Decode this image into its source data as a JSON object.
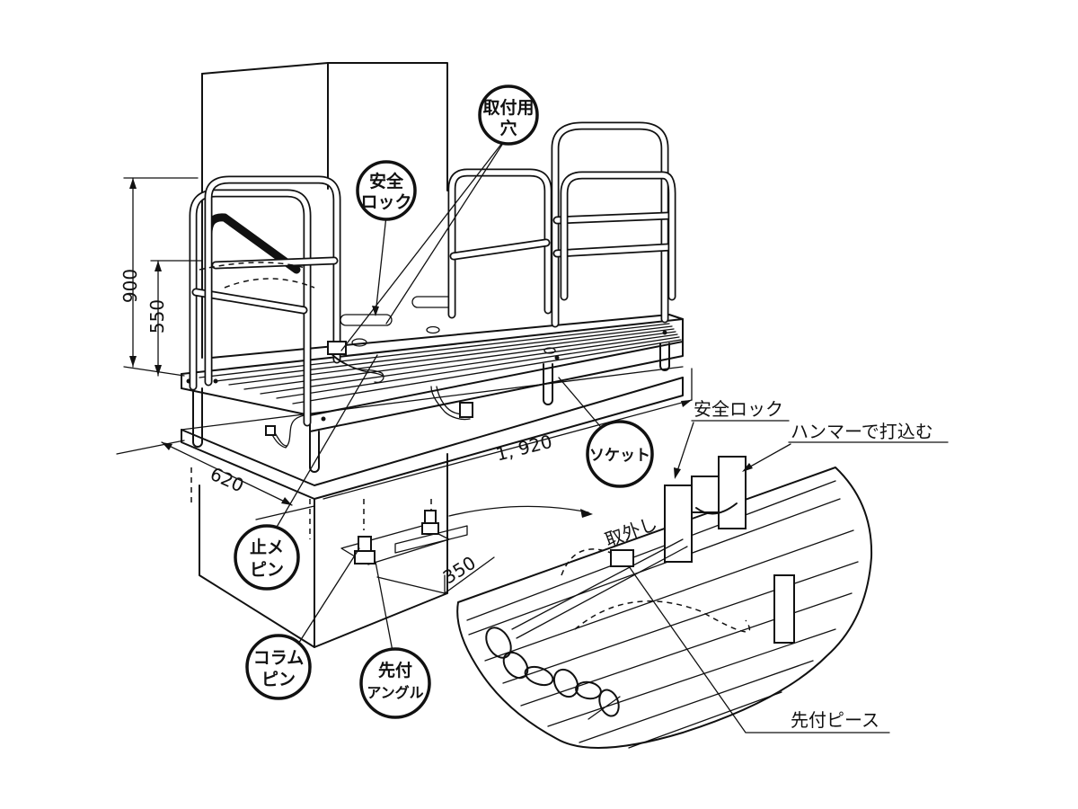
{
  "callouts": {
    "mounting_hole": [
      "取付用",
      "穴"
    ],
    "safety_lock_bubble": [
      "安全",
      "ロック"
    ],
    "socket": "ソケット",
    "stop_pin": [
      "止メ",
      "ピン"
    ],
    "column_pin": [
      "コラム",
      "ピン"
    ],
    "tip_angle": [
      "先付",
      "アングル"
    ]
  },
  "labels": {
    "safety_lock": "安全ロック",
    "hammer": "ハンマーで打込む",
    "removal": "取外し",
    "tip_piece": "先付ピース"
  },
  "dimensions": {
    "height_total": "900",
    "height_mid": "550",
    "length": "1, 920",
    "width": "620",
    "socket_spacing": "350"
  }
}
